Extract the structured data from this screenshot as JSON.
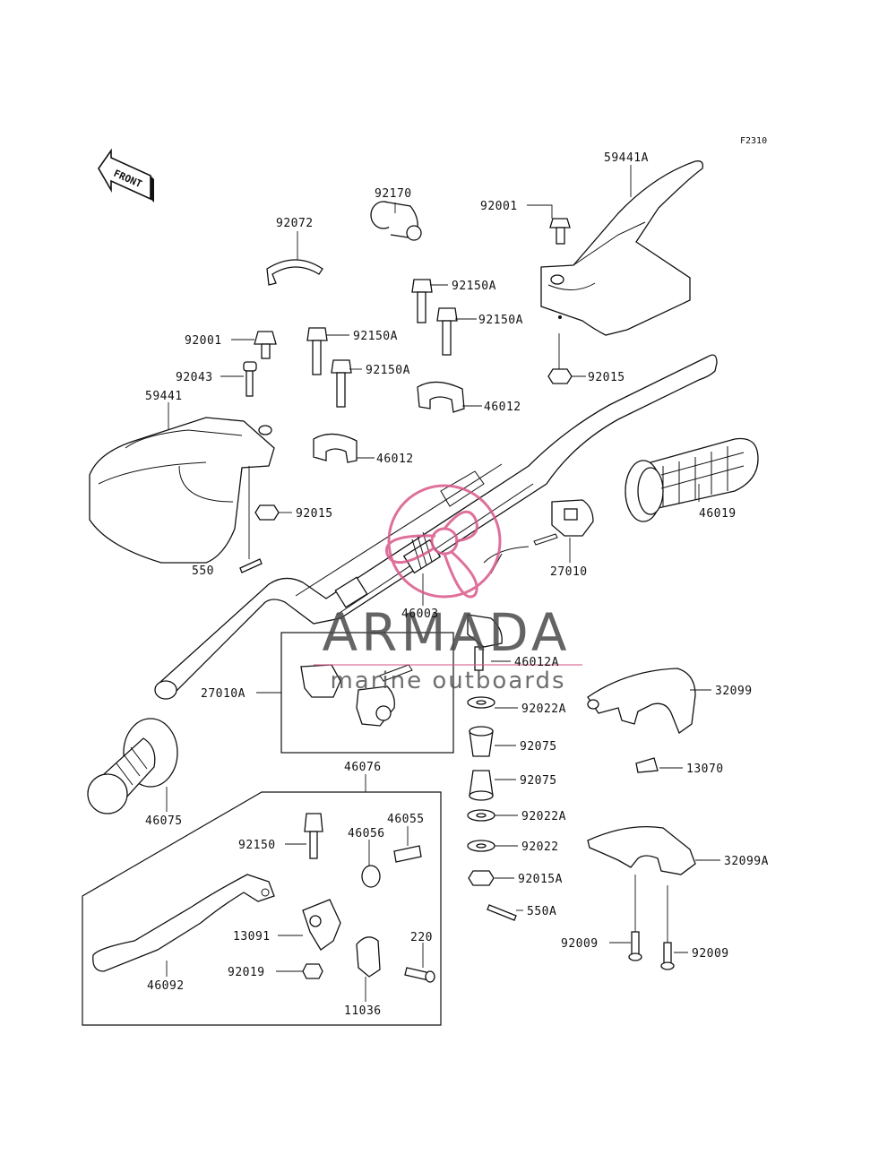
{
  "diagram_code": "F2310",
  "front_label": "FRONT",
  "watermark": {
    "brand": "ARMADA",
    "tagline": "marine outboards",
    "logo_color": "#d9588a"
  },
  "callouts": [
    {
      "id": "c1",
      "text": "59441A"
    },
    {
      "id": "c2",
      "text": "92170"
    },
    {
      "id": "c3",
      "text": "92072"
    },
    {
      "id": "c4",
      "text": "92001"
    },
    {
      "id": "c5",
      "text": "92150A"
    },
    {
      "id": "c6",
      "text": "92150A"
    },
    {
      "id": "c7",
      "text": "92001"
    },
    {
      "id": "c8",
      "text": "92150A"
    },
    {
      "id": "c9",
      "text": "92043"
    },
    {
      "id": "c10",
      "text": "92150A"
    },
    {
      "id": "c11",
      "text": "92015"
    },
    {
      "id": "c12",
      "text": "59441"
    },
    {
      "id": "c13",
      "text": "46012"
    },
    {
      "id": "c14",
      "text": "46012"
    },
    {
      "id": "c15",
      "text": "92015"
    },
    {
      "id": "c16",
      "text": "46019"
    },
    {
      "id": "c17",
      "text": "550"
    },
    {
      "id": "c18",
      "text": "27010"
    },
    {
      "id": "c19",
      "text": "46003"
    },
    {
      "id": "c20",
      "text": "46012A"
    },
    {
      "id": "c21",
      "text": "27010A"
    },
    {
      "id": "c22",
      "text": "32099"
    },
    {
      "id": "c23",
      "text": "92022A"
    },
    {
      "id": "c24",
      "text": "92075"
    },
    {
      "id": "c25",
      "text": "46076"
    },
    {
      "id": "c26",
      "text": "13070"
    },
    {
      "id": "c27",
      "text": "92075"
    },
    {
      "id": "c28",
      "text": "46075"
    },
    {
      "id": "c29",
      "text": "46055"
    },
    {
      "id": "c30",
      "text": "92022A"
    },
    {
      "id": "c31",
      "text": "46056"
    },
    {
      "id": "c32",
      "text": "92150"
    },
    {
      "id": "c33",
      "text": "92022"
    },
    {
      "id": "c34",
      "text": "32099A"
    },
    {
      "id": "c35",
      "text": "92015A"
    },
    {
      "id": "c36",
      "text": "550A"
    },
    {
      "id": "c37",
      "text": "220"
    },
    {
      "id": "c38",
      "text": "13091"
    },
    {
      "id": "c39",
      "text": "92009"
    },
    {
      "id": "c40",
      "text": "92009"
    },
    {
      "id": "c41",
      "text": "92019"
    },
    {
      "id": "c42",
      "text": "46092"
    },
    {
      "id": "c43",
      "text": "11036"
    }
  ]
}
